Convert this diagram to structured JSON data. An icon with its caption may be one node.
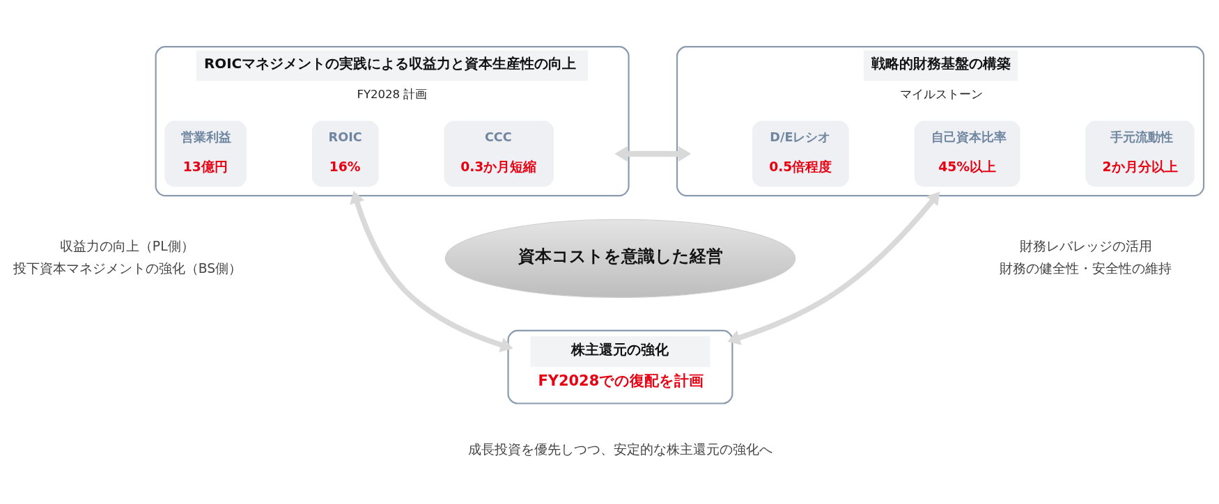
{
  "diagram": {
    "nodes": [
      {
        "text": [
          "ROICマネジメントの実践による収益力と資本生産性の向上",
          "FY2028 計画"
        ],
        "beside": [
          "収益力の向上（PL側）",
          "投下資本マネジメントの強化（BS側）"
        ]
      },
      {
        "text": [
          "営業利益",
          "13億円"
        ],
        "in": 0
      },
      {
        "text": [
          "ROIC",
          "16%"
        ],
        "in": 0
      },
      {
        "text": [
          "CCC",
          "0.3か月短縮"
        ],
        "in": 0
      },
      {
        "text": [
          "資本コストを意識した経営"
        ]
      },
      {
        "text": [
          "戦略的財務基盤の構築",
          "マイルストーン"
        ],
        "beside": [
          "財務レバレッジの活用",
          "財務の健全性・安全性の維持"
        ]
      },
      {
        "text": [
          "D/Eレシオ",
          "0.5倍程度"
        ],
        "in": 5
      },
      {
        "text": [
          "自己資本比率",
          "45%以上"
        ],
        "in": 5
      },
      {
        "text": [
          "手元流動性",
          "2か月分以上"
        ],
        "in": 5
      },
      {
        "text": [
          "株主還元の強化",
          "FY2028での復配を計画"
        ],
        "beside": [
          "成長投資を優先しつつ、安定的な株主還元の強化へ"
        ]
      }
    ],
    "edges": [
      {
        "from": 0,
        "to": 5,
        "arrow": "both"
      },
      {
        "from": 0,
        "to": 9,
        "arrow": "both"
      },
      {
        "from": 5,
        "to": 9,
        "arrow": "both"
      }
    ]
  }
}
